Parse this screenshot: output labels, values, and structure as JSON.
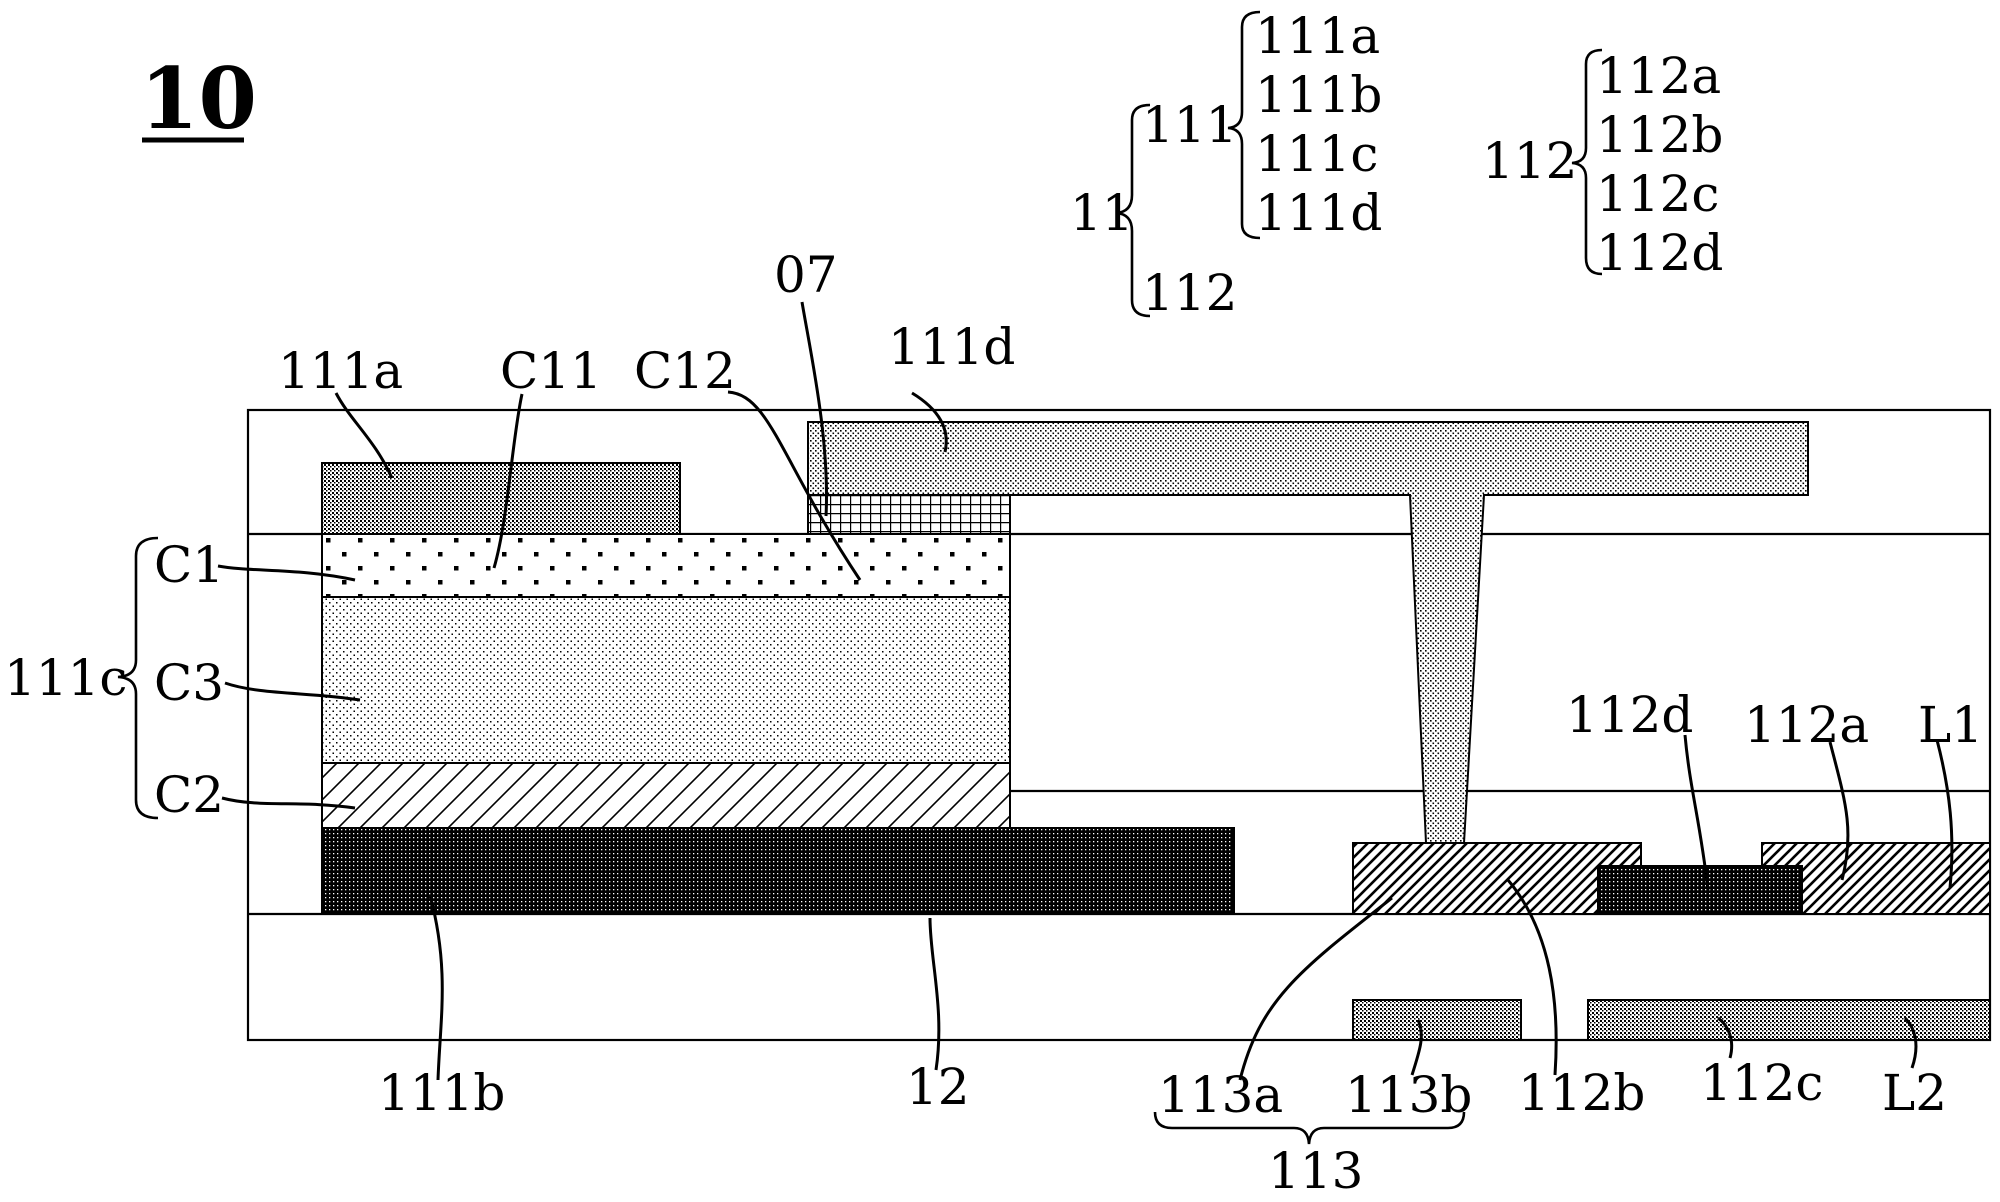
{
  "title": "10",
  "legend": {
    "l11": "11",
    "l111": "111",
    "l112": "112",
    "l111_items": [
      "111a",
      "111b",
      "111c",
      "111d"
    ],
    "l112_head": "112",
    "l112_items": [
      "112a",
      "112b",
      "112c",
      "112d"
    ]
  },
  "labels": {
    "l111a": "111a",
    "lC11": "C11",
    "lC12": "C12",
    "l07": "07",
    "l111d": "111d",
    "lC1": "C1",
    "lC3": "C3",
    "lC2": "C2",
    "l111c": "111c",
    "l112d": "112d",
    "l112a": "112a",
    "lL1": "L1",
    "l111b": "111b",
    "l12": "12",
    "l113a": "113a",
    "l113b": "113b",
    "l112b": "112b",
    "l112c": "112c",
    "lL2": "L2",
    "l113": "113"
  }
}
